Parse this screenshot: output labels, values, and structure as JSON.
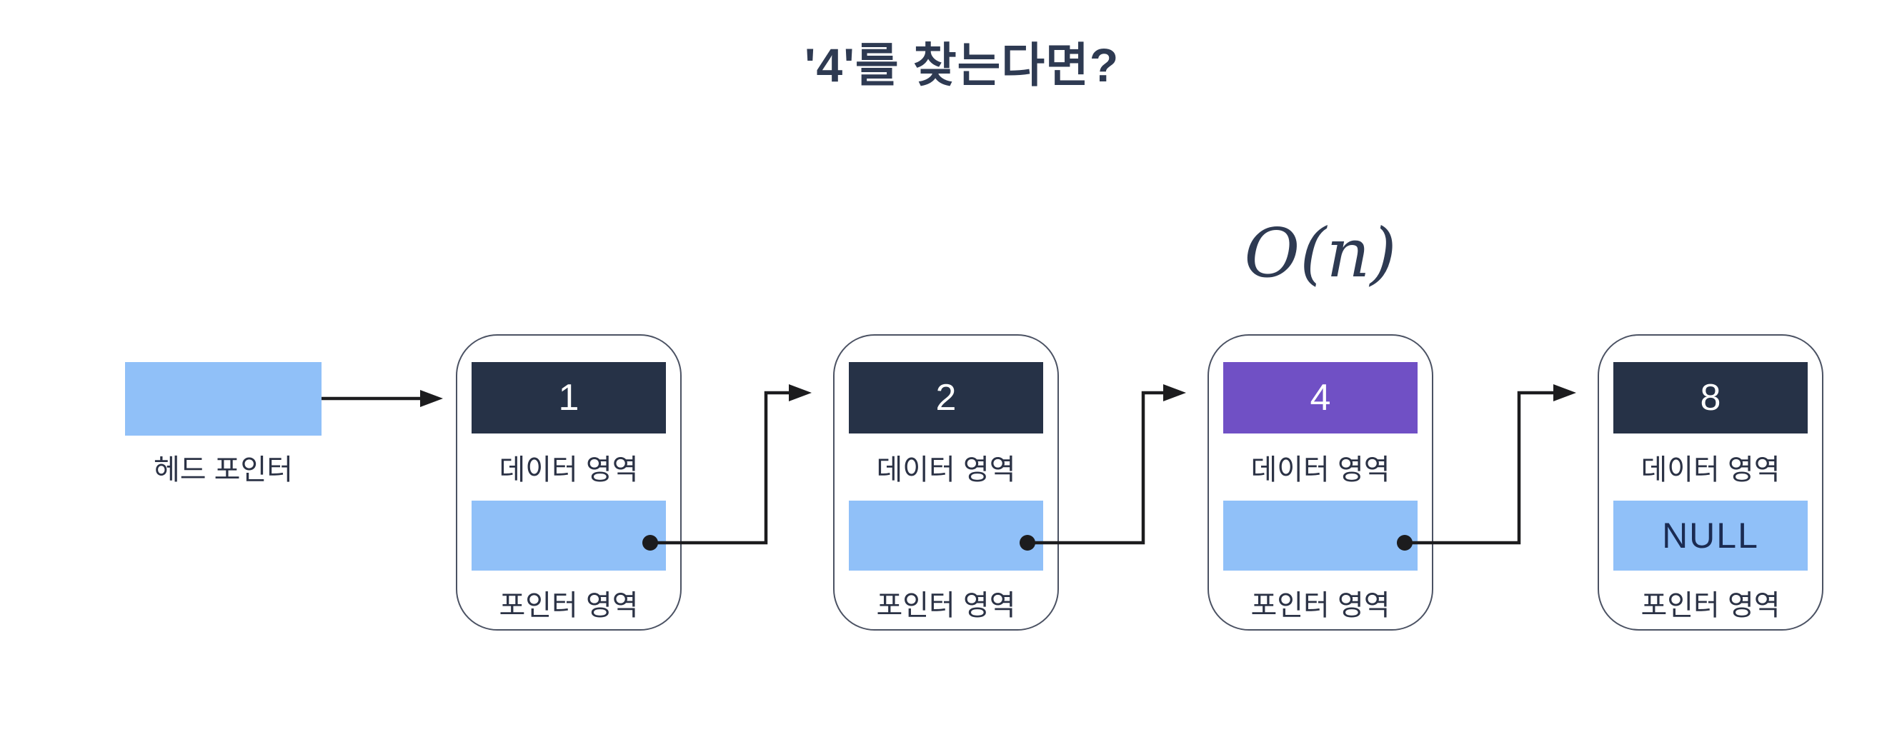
{
  "title": "'4'를 찾는다면?",
  "complexity_label": "O(n)",
  "head": {
    "label": "헤드 포인터"
  },
  "nodes": [
    {
      "value": "1",
      "data_label": "데이터 영역",
      "pointer_label": "포인터 영역",
      "pointer_value": "",
      "highlighted": false
    },
    {
      "value": "2",
      "data_label": "데이터 영역",
      "pointer_label": "포인터 영역",
      "pointer_value": "",
      "highlighted": false
    },
    {
      "value": "4",
      "data_label": "데이터 영역",
      "pointer_label": "포인터 영역",
      "pointer_value": "",
      "highlighted": true
    },
    {
      "value": "8",
      "data_label": "데이터 영역",
      "pointer_label": "포인터 영역",
      "pointer_value": "NULL",
      "highlighted": false
    }
  ],
  "colors": {
    "background": "#ffffff",
    "title_navy": "#2e3a52",
    "label_navy": "#2b3245",
    "dark_navy": "#263247",
    "highlight_purple": "#7050c5",
    "light_blue": "#90c0f8",
    "null_navy": "#1b2b52",
    "node_border": "#4b5263",
    "line_black": "#1c1c1e"
  }
}
